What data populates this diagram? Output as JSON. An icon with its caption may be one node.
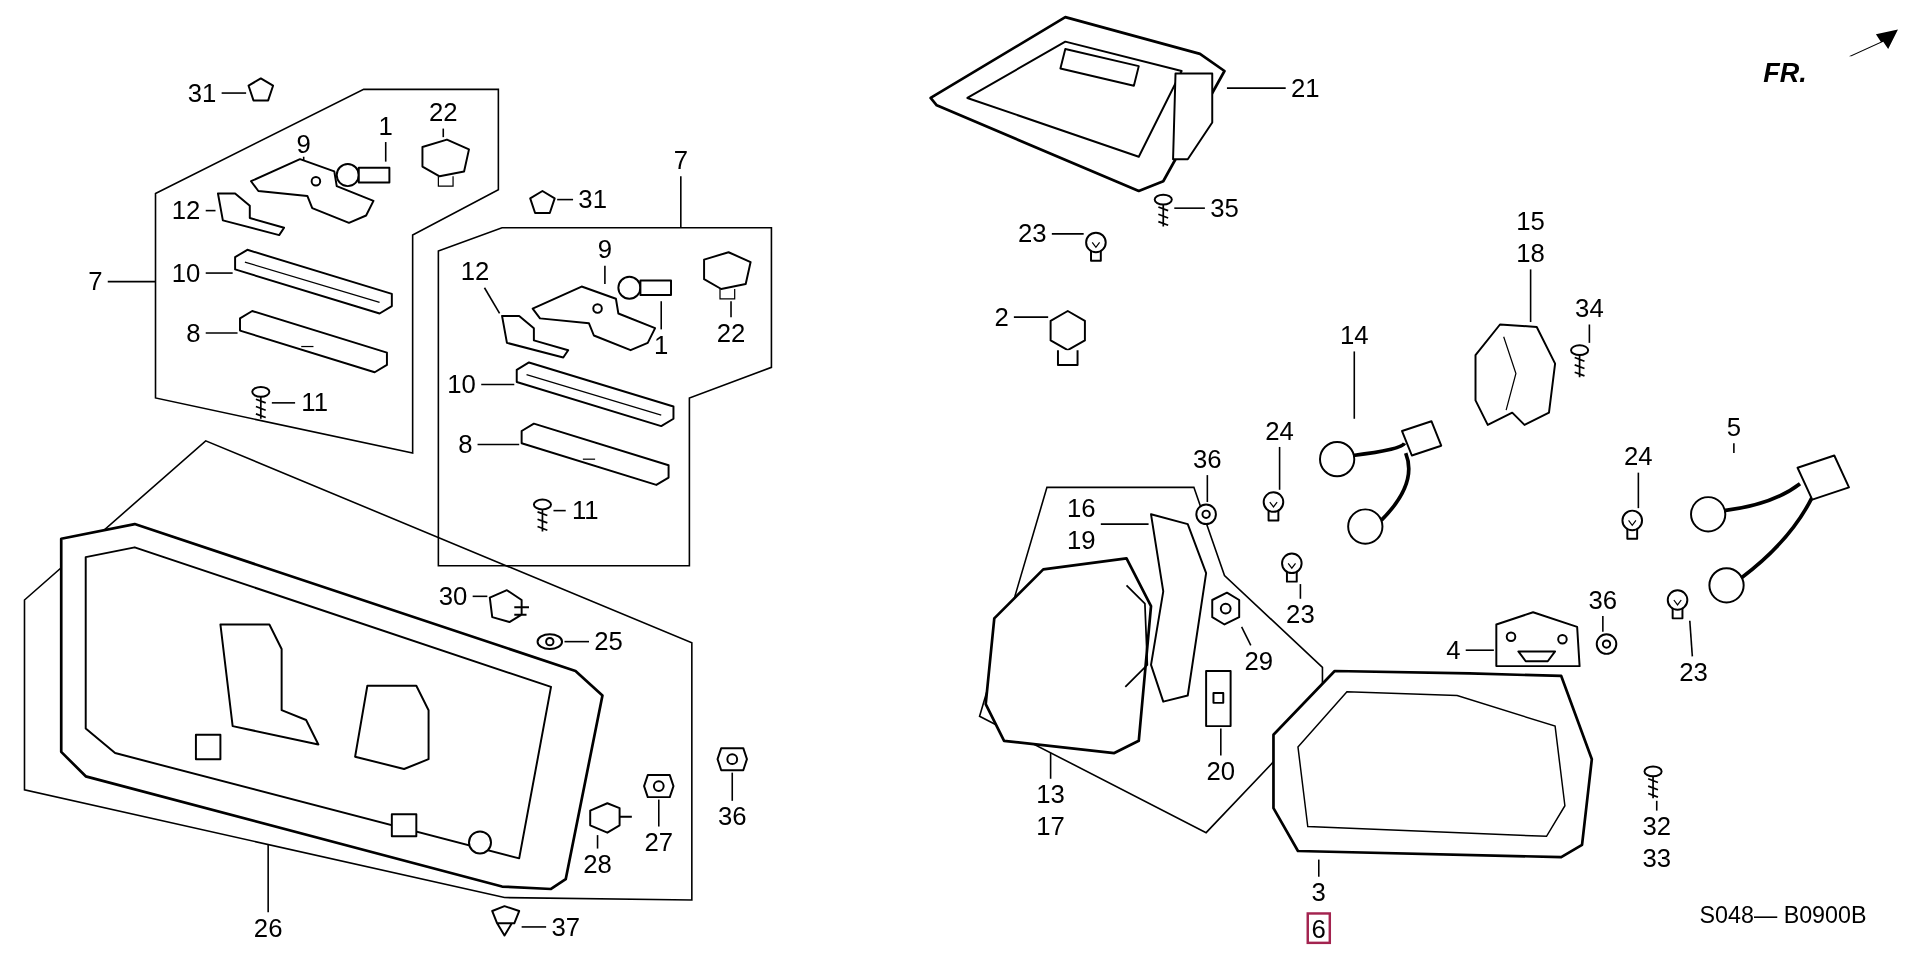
{
  "diagram": {
    "nodes": [
      {
        "text": [],
        "shape": "box"
      },
      {
        "text": [
          "22"
        ],
        "in": 0
      },
      {
        "text": [],
        "shape": "picture",
        "in": 0
      },
      {
        "text": [
          "1"
        ],
        "in": 0
      },
      {
        "text": [],
        "shape": "picture",
        "in": 0
      },
      {
        "text": [
          "9"
        ],
        "in": 0
      },
      {
        "text": [],
        "shape": "picture",
        "in": 0
      },
      {
        "text": [
          "12"
        ],
        "in": 0
      },
      {
        "text": [],
        "shape": "picture",
        "in": 0
      },
      {
        "text": [
          "10"
        ],
        "in": 0
      },
      {
        "text": [],
        "shape": "picture",
        "in": 0
      },
      {
        "text": [
          "8"
        ],
        "in": 0
      },
      {
        "text": [],
        "shape": "picture",
        "in": 0
      },
      {
        "text": [
          "11"
        ],
        "in": 0
      },
      {
        "text": [],
        "shape": "picture",
        "in": 0
      },
      {
        "text": [
          "31"
        ]
      },
      {
        "text": [],
        "shape": "picture"
      },
      {
        "text": [
          "7"
        ]
      },
      {
        "text": [],
        "shape": "box"
      },
      {
        "text": [
          "12"
        ],
        "in": 18
      },
      {
        "text": [],
        "shape": "picture",
        "in": 18
      },
      {
        "text": [
          "9"
        ],
        "in": 18
      },
      {
        "text": [],
        "shape": "picture",
        "in": 18
      },
      {
        "text": [
          "1"
        ],
        "in": 18
      },
      {
        "text": [],
        "shape": "picture",
        "in": 18
      },
      {
        "text": [
          "22"
        ],
        "in": 18
      },
      {
        "text": [],
        "shape": "picture",
        "in": 18
      },
      {
        "text": [
          "10"
        ],
        "in": 18
      },
      {
        "text": [],
        "shape": "picture",
        "in": 18
      },
      {
        "text": [
          "8"
        ],
        "in": 18
      },
      {
        "text": [],
        "shape": "picture",
        "in": 18
      },
      {
        "text": [
          "11"
        ],
        "in": 18
      },
      {
        "text": [],
        "shape": "picture",
        "in": 18
      },
      {
        "text": [
          "31"
        ]
      },
      {
        "text": [],
        "shape": "picture"
      },
      {
        "text": [
          "7"
        ]
      },
      {
        "text": [],
        "shape": "box"
      },
      {
        "text": [
          "30"
        ],
        "in": 36
      },
      {
        "text": [],
        "shape": "picture",
        "in": 36
      },
      {
        "text": [
          "25"
        ],
        "in": 36
      },
      {
        "text": [],
        "shape": "picture",
        "in": 36
      },
      {
        "text": [
          "27"
        ],
        "in": 36
      },
      {
        "text": [],
        "shape": "picture",
        "in": 36
      },
      {
        "text": [
          "28"
        ],
        "in": 36
      },
      {
        "text": [],
        "shape": "picture",
        "in": 36
      },
      {
        "text": [
          "36"
        ]
      },
      {
        "text": [],
        "shape": "picture"
      },
      {
        "text": [
          "37"
        ]
      },
      {
        "text": [],
        "shape": "picture"
      },
      {
        "text": [
          "26"
        ]
      },
      {
        "text": [
          "21"
        ]
      },
      {
        "text": [],
        "shape": "picture"
      },
      {
        "text": [
          "35"
        ]
      },
      {
        "text": [],
        "shape": "picture"
      },
      {
        "text": [
          "23"
        ]
      },
      {
        "text": [],
        "shape": "picture"
      },
      {
        "text": [
          "2"
        ]
      },
      {
        "text": [],
        "shape": "picture"
      },
      {
        "text": [
          "15",
          "18"
        ]
      },
      {
        "text": [],
        "shape": "picture"
      },
      {
        "text": [
          "34"
        ]
      },
      {
        "text": [],
        "shape": "picture"
      },
      {
        "text": [
          "14"
        ]
      },
      {
        "text": [],
        "shape": "picture"
      },
      {
        "text": [
          "5"
        ]
      },
      {
        "text": [],
        "shape": "picture"
      },
      {
        "text": [
          "24"
        ]
      },
      {
        "text": [],
        "shape": "picture"
      },
      {
        "text": [
          "24"
        ]
      },
      {
        "text": [],
        "shape": "picture"
      },
      {
        "text": [
          "36"
        ]
      },
      {
        "text": [],
        "shape": "picture"
      },
      {
        "text": [],
        "shape": "box"
      },
      {
        "text": [
          "16",
          "19"
        ],
        "in": 72
      },
      {
        "text": [],
        "shape": "picture",
        "in": 72
      },
      {
        "text": [
          "29"
        ],
        "in": 72
      },
      {
        "text": [],
        "shape": "picture",
        "in": 72
      },
      {
        "text": [
          "20"
        ],
        "in": 72
      },
      {
        "text": [],
        "shape": "picture",
        "in": 72
      },
      {
        "text": [
          "13",
          "17"
        ]
      },
      {
        "text": [
          "23"
        ]
      },
      {
        "text": [],
        "shape": "picture"
      },
      {
        "text": [
          "36"
        ]
      },
      {
        "text": [],
        "shape": "picture"
      },
      {
        "text": [
          "4"
        ]
      },
      {
        "text": [],
        "shape": "picture"
      },
      {
        "text": [
          "23"
        ]
      },
      {
        "text": [],
        "shape": "picture"
      },
      {
        "text": [
          "32",
          "33"
        ]
      },
      {
        "text": [],
        "shape": "picture"
      },
      {
        "text": [],
        "shape": "picture"
      },
      {
        "text": [
          "3"
        ]
      },
      {
        "text": [
          "6"
        ]
      }
    ],
    "edges": [
      {
        "from": 1,
        "to": 2,
        "arrow": "none"
      },
      {
        "from": 3,
        "to": 4,
        "arrow": "none"
      },
      {
        "from": 5,
        "to": 6,
        "arrow": "none"
      },
      {
        "from": 7,
        "to": 8,
        "arrow": "none"
      },
      {
        "from": 9,
        "to": 10,
        "arrow": "none"
      },
      {
        "from": 11,
        "to": 12,
        "arrow": "none"
      },
      {
        "from": 13,
        "to": 14,
        "arrow": "none"
      },
      {
        "from": 15,
        "to": 16,
        "arrow": "none"
      },
      {
        "from": 17,
        "to": 0,
        "arrow": "none"
      },
      {
        "from": 19,
        "to": 20,
        "arrow": "none"
      },
      {
        "from": 21,
        "to": 22,
        "arrow": "none"
      },
      {
        "from": 23,
        "to": 24,
        "arrow": "none"
      },
      {
        "from": 25,
        "to": 26,
        "arrow": "none"
      },
      {
        "from": 27,
        "to": 28,
        "arrow": "none"
      },
      {
        "from": 29,
        "to": 30,
        "arrow": "none"
      },
      {
        "from": 31,
        "to": 32,
        "arrow": "none"
      },
      {
        "from": 33,
        "to": 34,
        "arrow": "none"
      },
      {
        "from": 35,
        "to": 18,
        "arrow": "none"
      },
      {
        "from": 37,
        "to": 38,
        "arrow": "none"
      },
      {
        "from": 39,
        "to": 40,
        "arrow": "none"
      },
      {
        "from": 41,
        "to": 42,
        "arrow": "none"
      },
      {
        "from": 43,
        "to": 44,
        "arrow": "none"
      },
      {
        "from": 45,
        "to": 46,
        "arrow": "none"
      },
      {
        "from": 47,
        "to": 48,
        "arrow": "none"
      },
      {
        "from": 49,
        "to": 36,
        "arrow": "none"
      },
      {
        "from": 50,
        "to": 51,
        "arrow": "none"
      },
      {
        "from": 52,
        "to": 53,
        "arrow": "none"
      },
      {
        "from": 54,
        "to": 55,
        "arrow": "none"
      },
      {
        "from": 56,
        "to": 57,
        "arrow": "none"
      },
      {
        "from": 58,
        "to": 59,
        "arrow": "none"
      },
      {
        "from": 60,
        "to": 61,
        "arrow": "none"
      },
      {
        "from": 62,
        "to": 63,
        "arrow": "none"
      },
      {
        "from": 64,
        "to": 65,
        "arrow": "none"
      },
      {
        "from": 66,
        "to": 67,
        "arrow": "none"
      },
      {
        "from": 68,
        "to": 69,
        "arrow": "none"
      },
      {
        "from": 70,
        "to": 71,
        "arrow": "none"
      },
      {
        "from": 73,
        "to": 74,
        "arrow": "none"
      },
      {
        "from": 75,
        "to": 76,
        "arrow": "none"
      },
      {
        "from": 77,
        "to": 78,
        "arrow": "none"
      },
      {
        "from": 79,
        "to": 72,
        "arrow": "none"
      },
      {
        "from": 80,
        "to": 81,
        "arrow": "none"
      },
      {
        "from": 82,
        "to": 83,
        "arrow": "none"
      },
      {
        "from": 84,
        "to": 85,
        "arrow": "none"
      },
      {
        "from": 86,
        "to": 87,
        "arrow": "none"
      },
      {
        "from": 88,
        "to": 89,
        "arrow": "none"
      },
      {
        "from": 91,
        "to": 90,
        "arrow": "none"
      }
    ],
    "labels": [
      "FR.",
      "S048— B0900B"
    ]
  }
}
